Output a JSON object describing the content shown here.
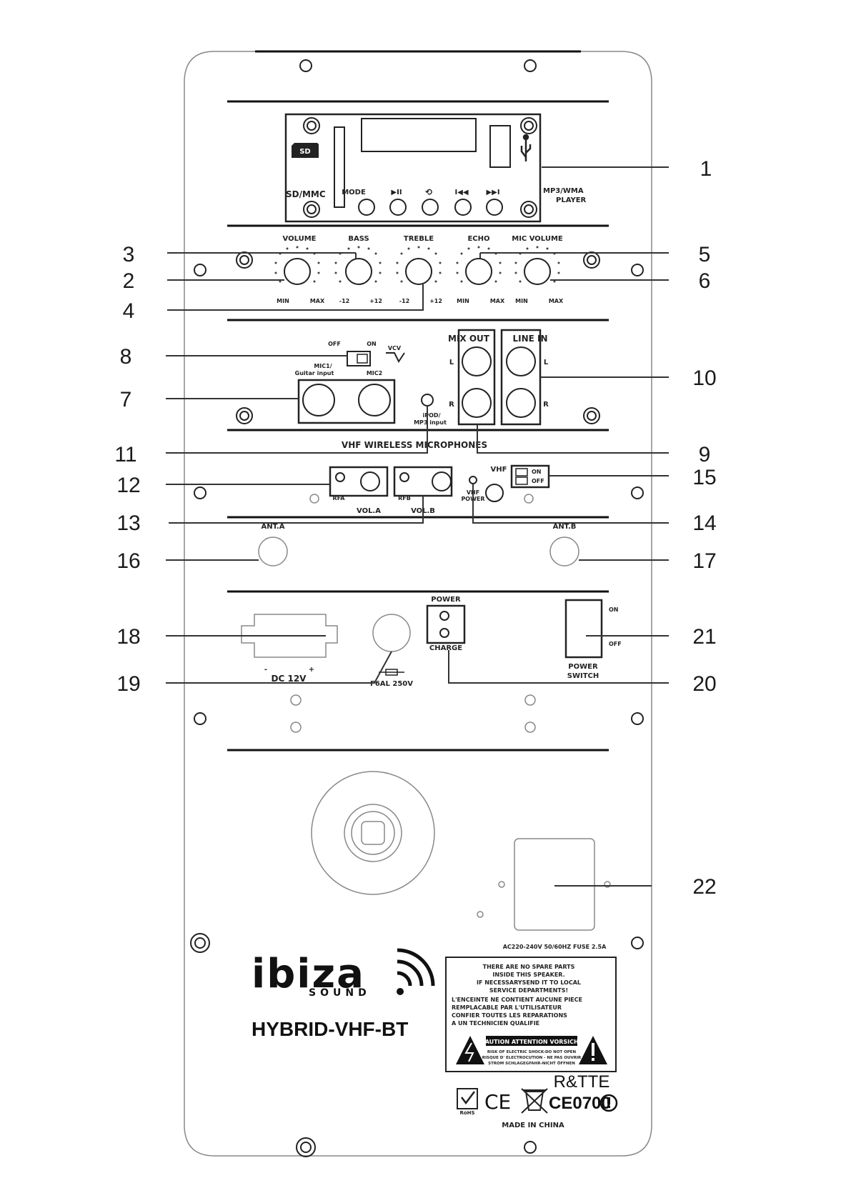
{
  "callouts": [
    "1",
    "2",
    "3",
    "4",
    "5",
    "6",
    "7",
    "8",
    "9",
    "10",
    "11",
    "12",
    "13",
    "14",
    "15",
    "16",
    "17",
    "18",
    "19",
    "20",
    "21",
    "22"
  ],
  "mp3": {
    "sd_icon": "SD",
    "sd_mmc": "SD/MMC",
    "mode": "MODE",
    "play_pause": "▶II",
    "repeat": "⟲",
    "prev": "I◀◀",
    "next": "▶▶I",
    "player_line1": "MP3/WMA",
    "player_line2": "PLAYER",
    "usb_icon": "usb-icon"
  },
  "knobs": {
    "volume": "VOLUME",
    "bass": "BASS",
    "treble": "TREBLE",
    "echo": "ECHO",
    "mic_volume": "MIC VOLUME",
    "min": "MIN",
    "max": "MAX",
    "minus12": "-12",
    "plus12": "+12"
  },
  "inputs": {
    "off": "OFF",
    "on": "ON",
    "vcv": "VCV",
    "mic1_line1": "MIC1/",
    "mic1_line2": "Guitar input",
    "mic2": "MIC2",
    "ipod_line1": "iPOD/",
    "ipod_line2": "MP3 input",
    "mix_out": "MIX OUT",
    "line_in": "LINE IN",
    "l": "L",
    "r": "R"
  },
  "vhf": {
    "title": "VHF WIRELESS MICROPHONES",
    "rfa": "RFA",
    "rfb": "RFB",
    "vol_a": "VOL.A",
    "vol_b": "VOL.B",
    "vhf_power_line1": "VHF",
    "vhf_power_line2": "POWER",
    "vhf": "VHF",
    "on": "ON",
    "off": "OFF",
    "ant_a": "ANT.A",
    "ant_b": "ANT.B"
  },
  "power": {
    "minus": "-",
    "plus": "+",
    "dc": "DC 12V",
    "fuse": "F6AL 250V",
    "power": "POWER",
    "charge": "CHARGE",
    "on": "ON",
    "off": "OFF",
    "switch_line1": "POWER",
    "switch_line2": "SWITCH"
  },
  "ac_label": "AC220-240V 50/60HZ FUSE 2.5A",
  "brand": {
    "logo": "ibiza",
    "sound": "SOUND",
    "model": "HYBRID-VHF-BT"
  },
  "warning": {
    "lines": [
      "THERE ARE NO SPARE PARTS",
      "INSIDE THIS SPEAKER.",
      "IF NECESSARYSEND IT TO LOCAL",
      "SERVICE DEPARTMENTS!",
      "L'ENCEINTE NE CONTIENT AUCUNE PIECE",
      "REMPLACABLE PAR L'UTILISATEUR",
      "CONFIER TOUTES LES REPARATIONS",
      "A UN TECHNICIEN QUALIFIE"
    ],
    "caution": "CAUTION  ATTENTION  VORSICHT",
    "small": [
      "RISK OF ELECTRIC SHOCK-DO NOT OPEN",
      "RISQUE D' ELECTROCUTION - NE PAS OUVRIR",
      "STROM SCHLAGEGFAHR-NICHT ÖFFNEN"
    ]
  },
  "cert": {
    "rtte": "R&TTE",
    "ce": "CE",
    "ce0700": "CE0700",
    "rohs": "RoHS",
    "made_in": "MADE IN CHINA"
  }
}
